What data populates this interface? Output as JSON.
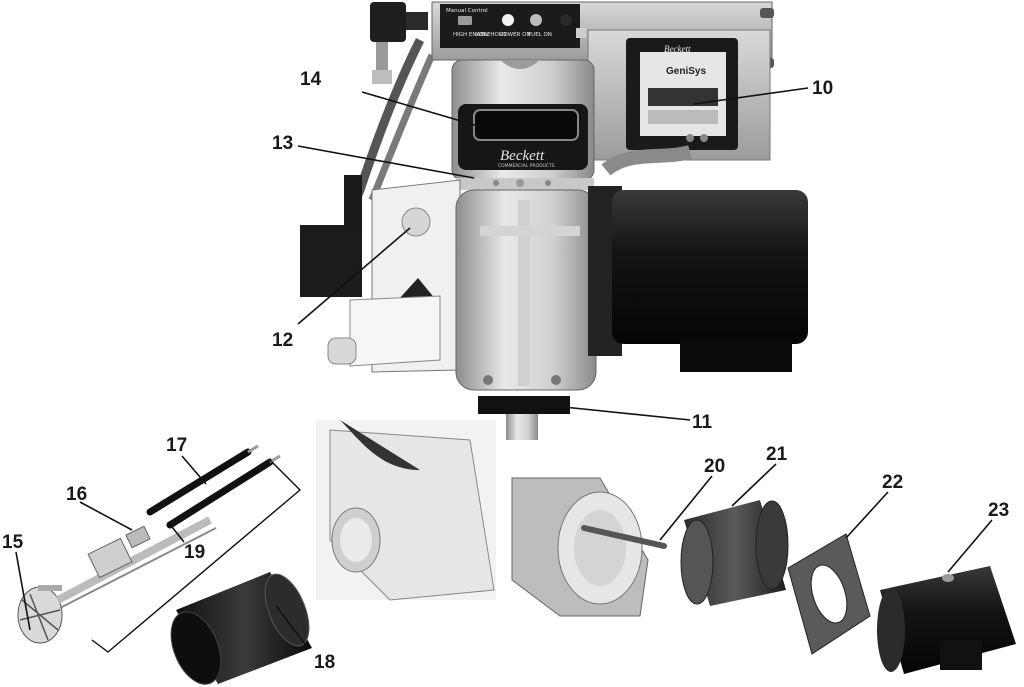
{
  "callouts": {
    "c10": "10",
    "c11": "11",
    "c12": "12",
    "c13": "13",
    "c14": "14",
    "c15": "15",
    "c16": "16",
    "c17": "17",
    "c18": "18",
    "c19": "19",
    "c20": "20",
    "c21": "21",
    "c22": "22",
    "c23": "23"
  },
  "control_panel": {
    "header": "Manual Control",
    "high_enable": "HIGH ENABLE",
    "low_hold": "LOW HOLD",
    "power_on": "POWER ON",
    "fuel_on": "FUEL ON"
  },
  "burner": {
    "brand": "Beckett",
    "brand_sub": "COMMERCIAL PRODUCTS"
  },
  "controller": {
    "brand": "Beckett",
    "model": "GeniSys"
  }
}
